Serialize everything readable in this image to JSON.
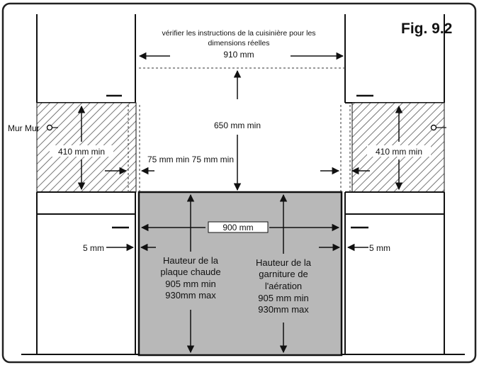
{
  "figure_label": "Fig. 9.2",
  "note_line1": "vérifier les instructions de la cuisinière pour les",
  "note_line2": "dimensions réelles",
  "dim_910": "910 mm",
  "dim_650": "650 mm min",
  "dim_410_left": "410 mm min",
  "dim_410_right": "410 mm min",
  "dim_75": "75 mm min 75 mm min",
  "dim_900": "900 mm",
  "dim_5_left": "5 mm",
  "dim_5_right": "5 mm",
  "wall_label": "Mur Mur",
  "hotplate_height": [
    "Hauteur de la",
    "plaque chaude",
    "905 mm min",
    "930mm max"
  ],
  "vent_height": [
    "Hauteur de la",
    "garniture de",
    "l'aération",
    "905 mm min",
    "930mm max"
  ],
  "colors": {
    "appliance_fill": "#b8b8b8",
    "hatch": "#555555",
    "line": "#111111"
  }
}
